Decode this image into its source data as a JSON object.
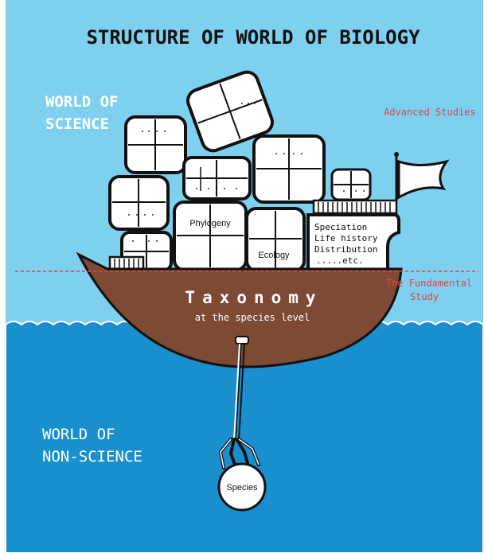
{
  "title": "STRUCTURE OF WORLD OF BIOLOGY",
  "world_of_science": [
    "WORLD  OF",
    "SCIENCE"
  ],
  "advanced_studies": "Advanced Studies",
  "fundamental_study": [
    "The Fundamental",
    "Study"
  ],
  "world_of_non_science": [
    "WORLD OF",
    "NON-SCIENCE"
  ],
  "boxes": {
    "phylogeny": "Phylogeny",
    "ecology": "Ecology"
  },
  "advanced_topics": [
    "Speciation",
    "Life history",
    "Distribution",
    ".....etc."
  ],
  "taxonomy": "Taxonomy",
  "taxonomy_sub": "at the species level",
  "species": "Species",
  "colors": {
    "sky": "#7ed0ef",
    "sea": "#1a8fcd",
    "hull": "#7d4a33",
    "red_line": "#e0454a"
  }
}
